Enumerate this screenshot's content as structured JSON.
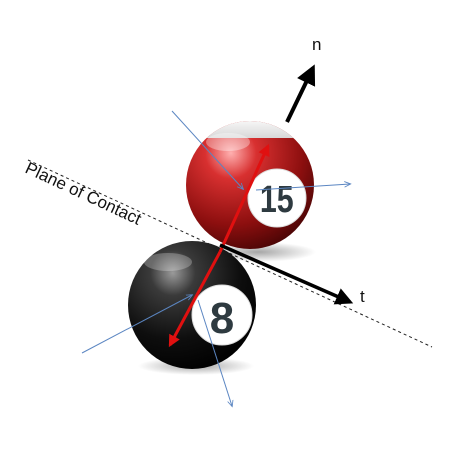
{
  "labels": {
    "n": "n",
    "t": "t",
    "plane": "Plane of Contact"
  },
  "balls": {
    "red": {
      "number": "15",
      "color": "#b31b1b"
    },
    "black": {
      "number": "8",
      "color": "#111111"
    }
  },
  "colors": {
    "impulse_arrow": "#e01010",
    "axis_arrow": "#000000",
    "thin_arrows": "#5b86c2",
    "plane_line": "#222222"
  }
}
